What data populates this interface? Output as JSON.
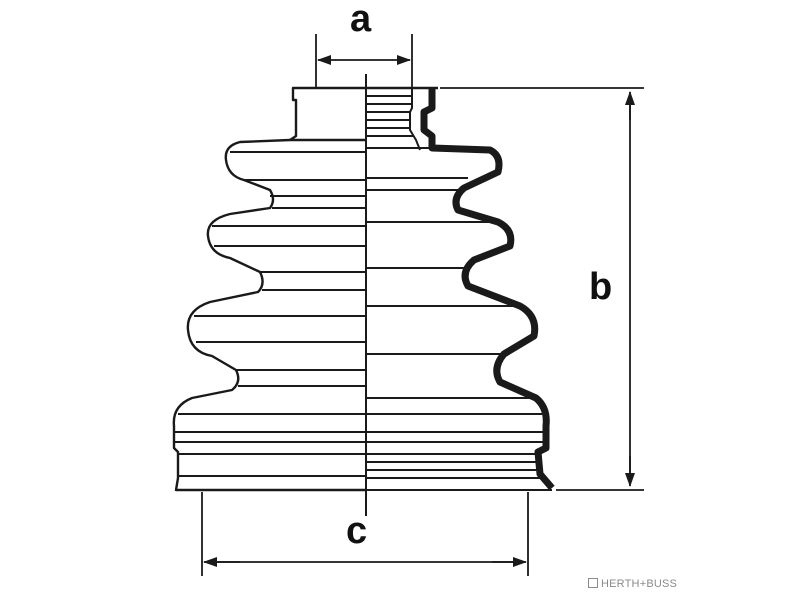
{
  "diagram": {
    "dimensions": {
      "a": "a",
      "b": "b",
      "c": "c"
    },
    "watermark": "HERTH+BUSS",
    "colors": {
      "line": "#1a1a1a",
      "background": "#ffffff",
      "watermark": "#8a8a8a"
    }
  }
}
